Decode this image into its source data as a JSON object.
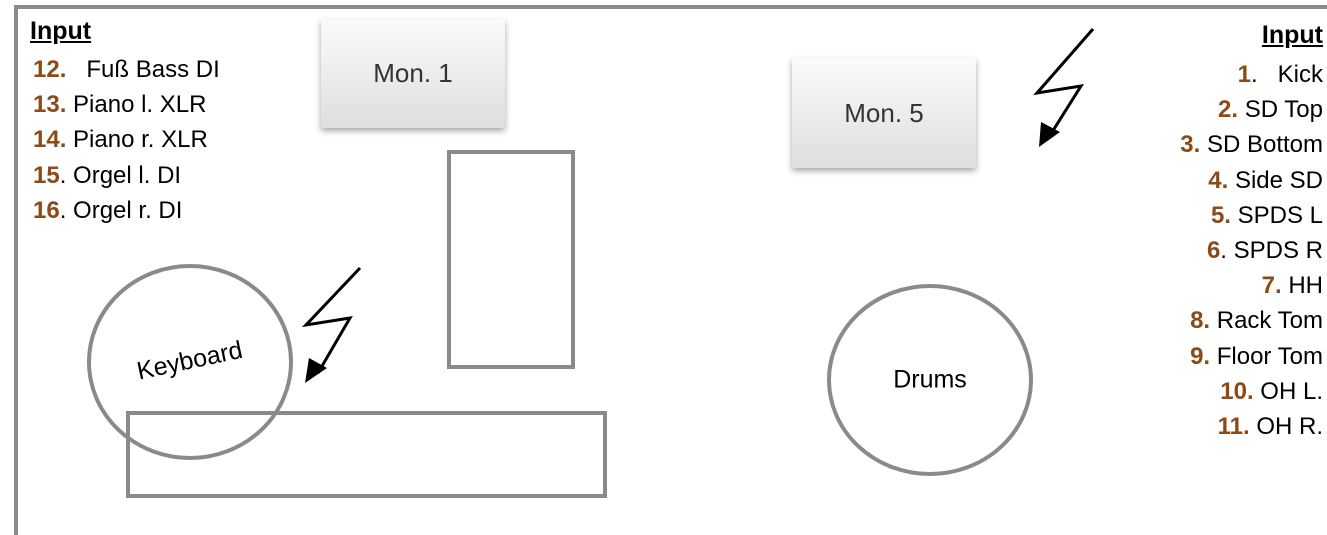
{
  "left_panel": {
    "title": "Input",
    "items": [
      {
        "num": "12.",
        "sep": "   ",
        "label": "Fuß Bass DI"
      },
      {
        "num": "13.",
        "sep": "",
        "label": " Piano l. XLR"
      },
      {
        "num": "14.",
        "sep": "",
        "label": " Piano r. XLR"
      },
      {
        "num": "15",
        "sep": ". ",
        "label": "Orgel l. DI"
      },
      {
        "num": "16",
        "sep": ". ",
        "label": "Orgel r. DI"
      }
    ]
  },
  "right_panel": {
    "title": "Input",
    "items": [
      {
        "num": "1",
        "sep": ".   ",
        "label": "Kick"
      },
      {
        "num": "2.",
        "sep": "",
        "label": " SD Top"
      },
      {
        "num": "3.",
        "sep": "",
        "label": " SD Bottom"
      },
      {
        "num": "4.",
        "sep": "",
        "label": " Side SD"
      },
      {
        "num": "5.",
        "sep": "",
        "label": " SPDS L"
      },
      {
        "num": "6",
        "sep": ". ",
        "label": "SPDS R"
      },
      {
        "num": "7.",
        "sep": "",
        "label": " HH"
      },
      {
        "num": "8.",
        "sep": "",
        "label": " Rack Tom"
      },
      {
        "num": "9.",
        "sep": "",
        "label": " Floor Tom"
      },
      {
        "num": "10.",
        "sep": "",
        "label": " OH L."
      },
      {
        "num": "11.",
        "sep": "",
        "label": " OH R."
      }
    ]
  },
  "monitors": {
    "mon1": "Mon. 1",
    "mon5": "Mon. 5"
  },
  "instruments": {
    "keyboard": "Keyboard",
    "drums": "Drums"
  },
  "colors": {
    "number_accent": "#8b4a16",
    "outline_gray": "#8a8a8e"
  }
}
